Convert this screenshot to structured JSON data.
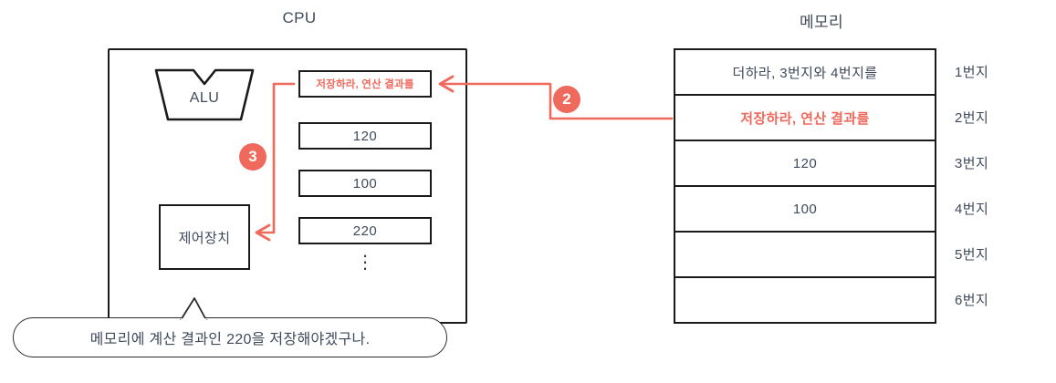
{
  "diagram": {
    "title_cpu": "CPU",
    "title_memory": "메모리",
    "accent_color": "#ef6a5d",
    "ink_color": "#3f4a5a",
    "line_color": "#1a1a1a"
  },
  "cpu": {
    "alu_label": "ALU",
    "control_unit_label": "제어장치",
    "registers": [
      {
        "value": "저장하라, 연산 결과를",
        "highlight": true
      },
      {
        "value": "120",
        "highlight": false
      },
      {
        "value": "100",
        "highlight": false
      },
      {
        "value": "220",
        "highlight": false
      }
    ],
    "ellipsis": "⋮"
  },
  "memory": {
    "rows": [
      {
        "value": "더하라, 3번지와 4번지를",
        "address": "1번지",
        "highlight": false
      },
      {
        "value": "저장하라, 연산 결과를",
        "address": "2번지",
        "highlight": true
      },
      {
        "value": "120",
        "address": "3번지",
        "highlight": false
      },
      {
        "value": "100",
        "address": "4번지",
        "highlight": false
      },
      {
        "value": "",
        "address": "5번지",
        "highlight": false
      },
      {
        "value": "",
        "address": "6번지",
        "highlight": false
      }
    ]
  },
  "steps": [
    {
      "number": "2",
      "meaning": "memory-to-instruction-register-fetch"
    },
    {
      "number": "3",
      "meaning": "instruction-register-to-control-unit"
    }
  ],
  "speech_bubble": {
    "text": "메모리에 계산 결과인 220을 저장해야겠구나."
  }
}
